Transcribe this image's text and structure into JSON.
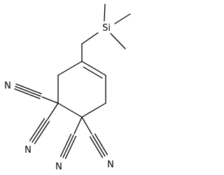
{
  "molecule": {
    "atoms": {
      "si": "Si",
      "n_upper_left": "N",
      "n_lower_left": "N",
      "n_lower_middle": "N",
      "n_lower_right": "N"
    }
  }
}
